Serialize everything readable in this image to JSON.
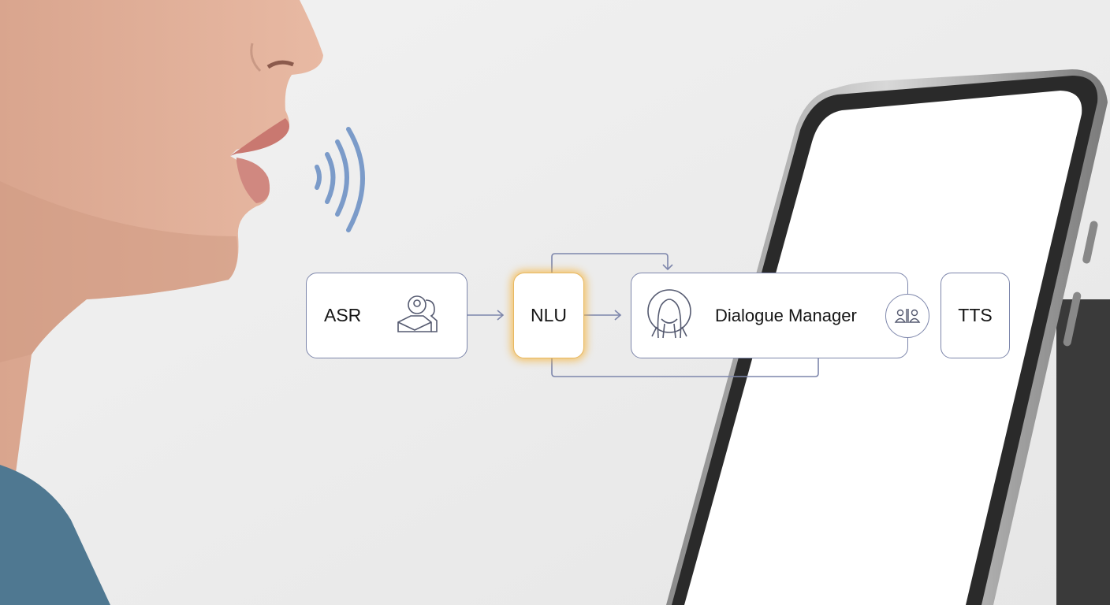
{
  "diagram": {
    "nodes": [
      {
        "id": "asr",
        "label": "ASR",
        "icon": "user-group-icon"
      },
      {
        "id": "nlu",
        "label": "NLU",
        "highlighted": true
      },
      {
        "id": "dm",
        "label": "Dialogue Manager",
        "icon": "person-halo-icon",
        "badge_icon": "people-split-icon"
      },
      {
        "id": "tts",
        "label": "TTS"
      }
    ],
    "edges": [
      {
        "from": "asr",
        "to": "nlu"
      },
      {
        "from": "nlu",
        "to": "dm"
      },
      {
        "from": "nlu",
        "to": "dm",
        "route": "loop-top"
      },
      {
        "from": "dm",
        "to": "nlu",
        "route": "loop-bottom"
      }
    ]
  },
  "colors": {
    "line": "#7d86ab",
    "highlight": "#f0b448",
    "wave": "#7b9bc9",
    "skin": "#e3b29c",
    "shirt": "#4f7891",
    "phone_frame": "#2a2a2a"
  }
}
